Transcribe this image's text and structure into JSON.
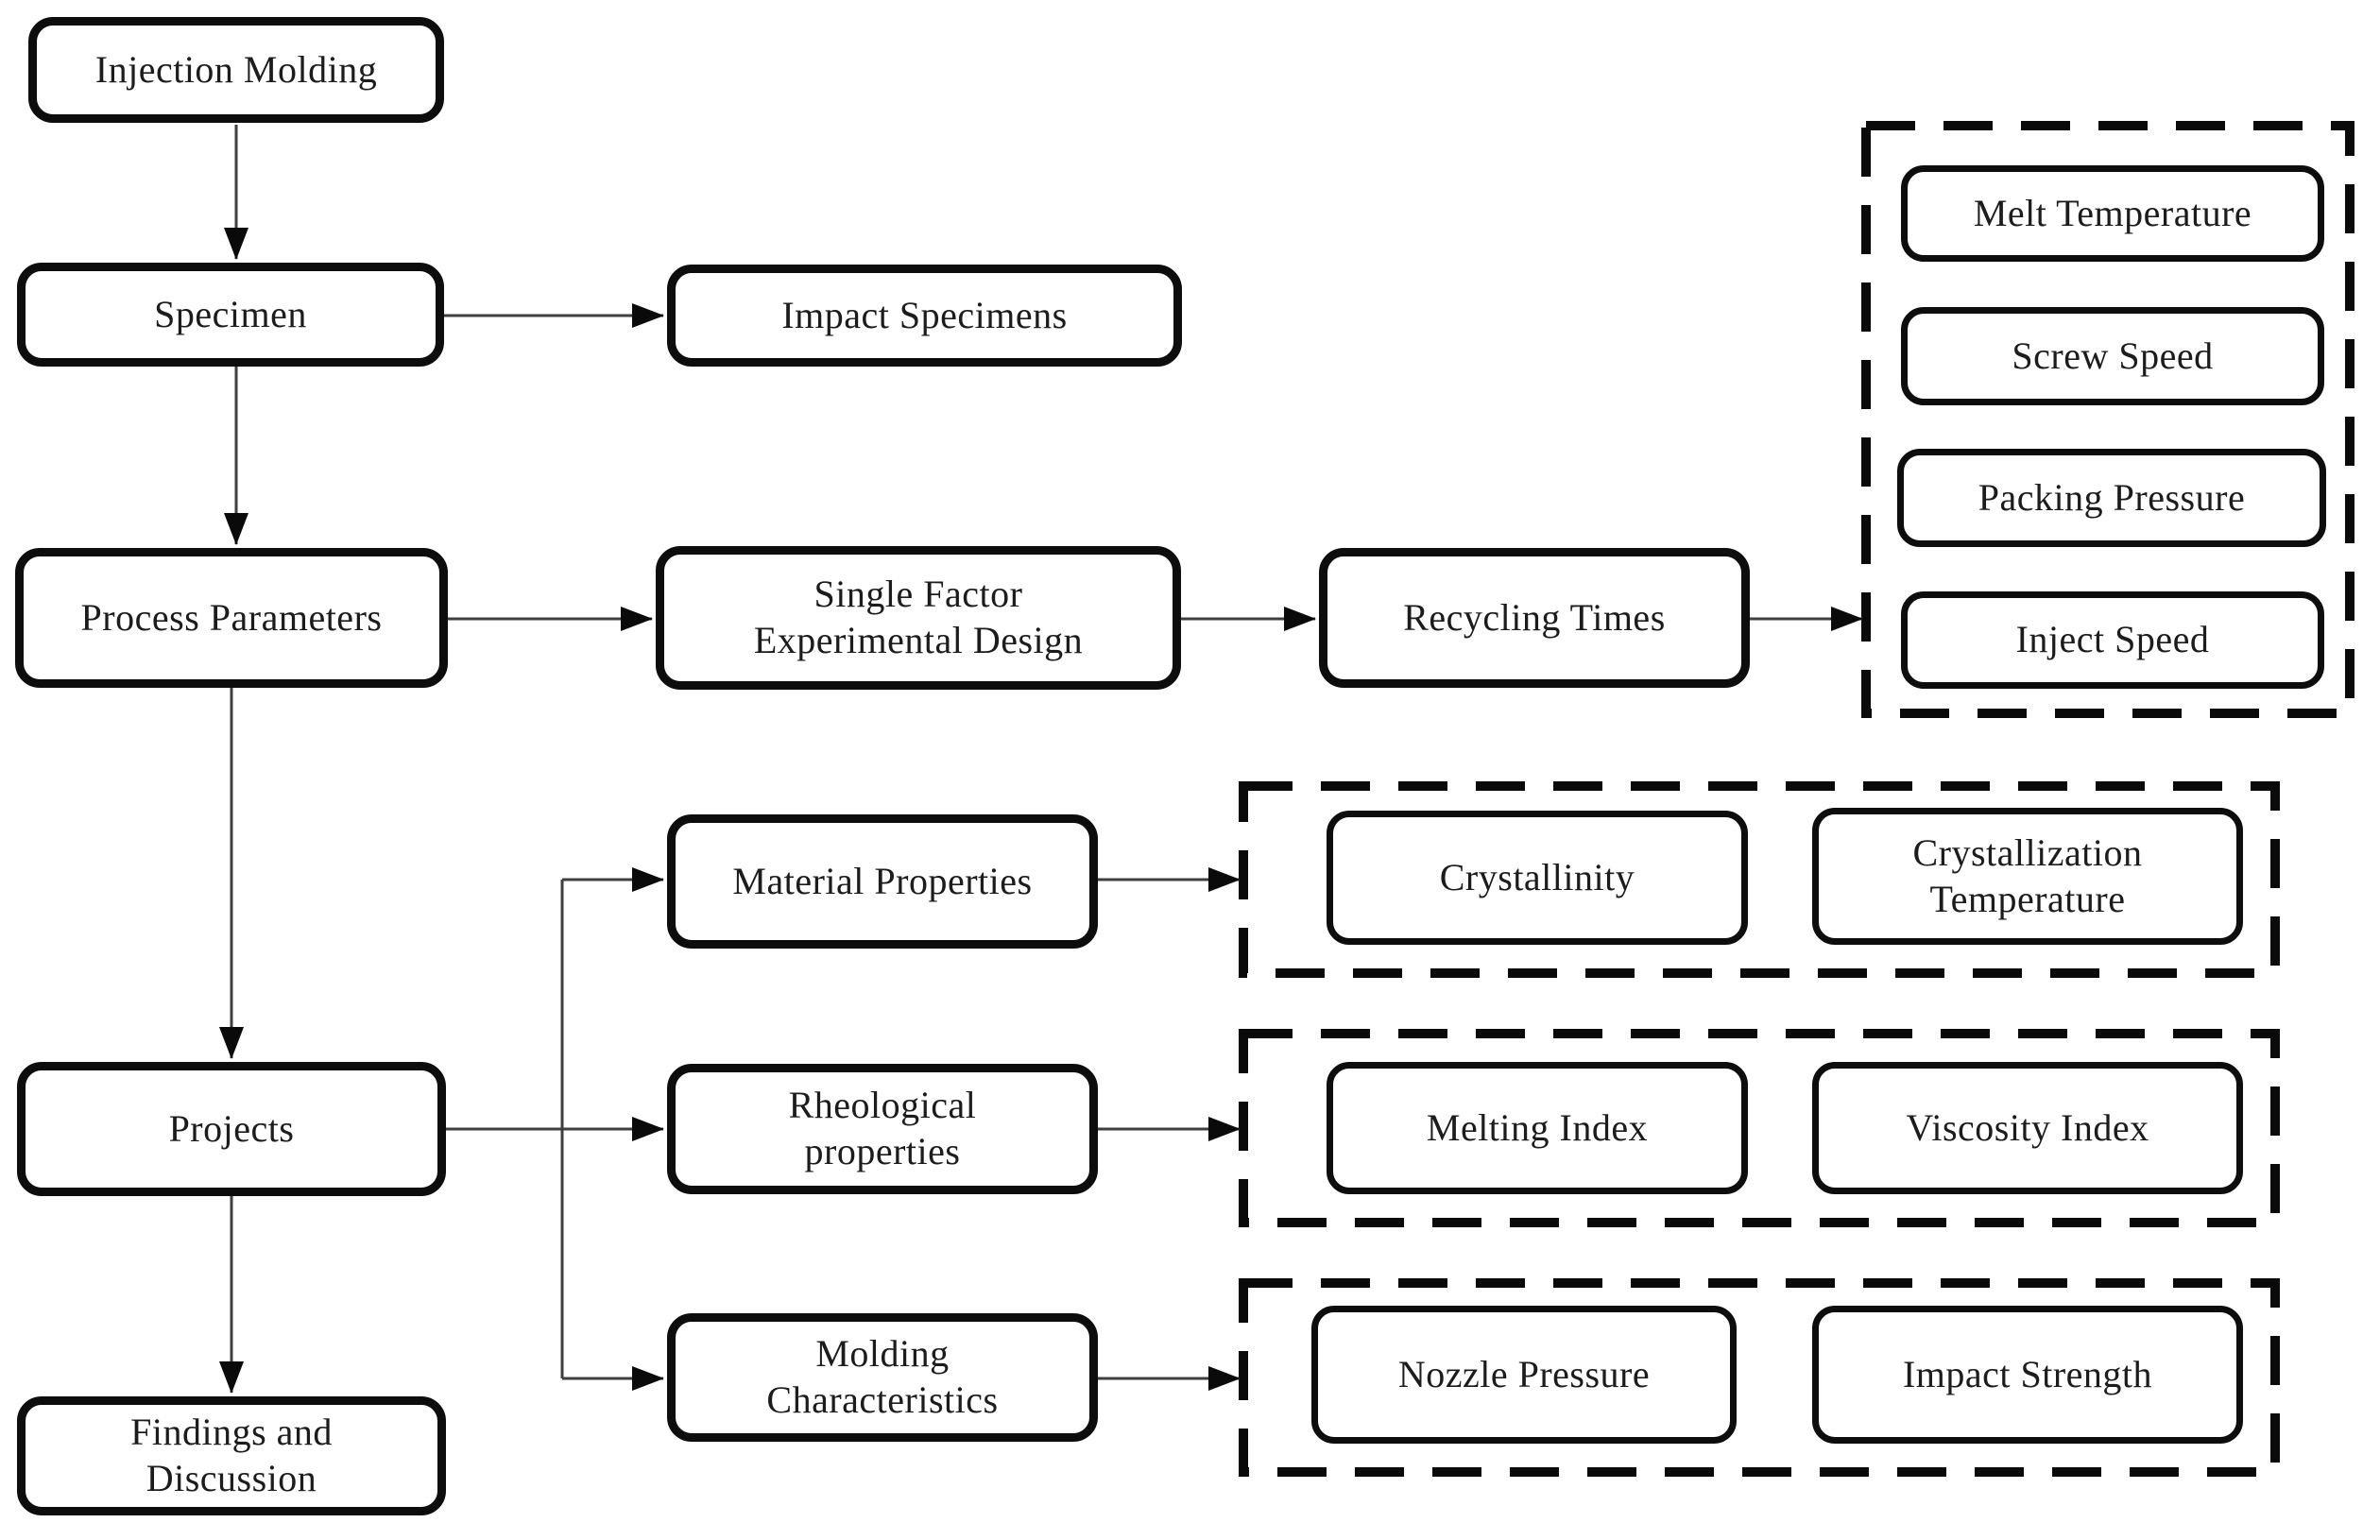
{
  "diagram": {
    "description": "Flowchart of injection molding recycling experiment workflow",
    "nodes": {
      "injection_molding": "Injection Molding",
      "specimen": "Specimen",
      "impact_specimens": "Impact Specimens",
      "process_parameters": "Process Parameters",
      "single_factor": "Single Factor\nExperimental Design",
      "recycling_times": "Recycling Times",
      "melt_temperature": "Melt Temperature",
      "screw_speed": "Screw Speed",
      "packing_pressure": "Packing Pressure",
      "inject_speed": "Inject Speed",
      "material_properties": "Material Properties",
      "crystallinity": "Crystallinity",
      "crystallization_temperature": "Crystallization\nTemperature",
      "projects": "Projects",
      "rheological_properties": "Rheological\nproperties",
      "melting_index": "Melting Index",
      "viscosity_index": "Viscosity Index",
      "molding_characteristics": "Molding\nCharacteristics",
      "nozzle_pressure": "Nozzle Pressure",
      "impact_strength": "Impact Strength",
      "findings_discussion": "Findings and\nDiscussion"
    },
    "colors": {
      "background": "#ffffff",
      "box_fill": "#ffffff",
      "box_border": "#0d0d0d",
      "dashed_border": "#0a0a0a",
      "text": "#1c1c1c",
      "connector": "#3f3f3f",
      "arrowhead": "#0a0a0a"
    }
  }
}
